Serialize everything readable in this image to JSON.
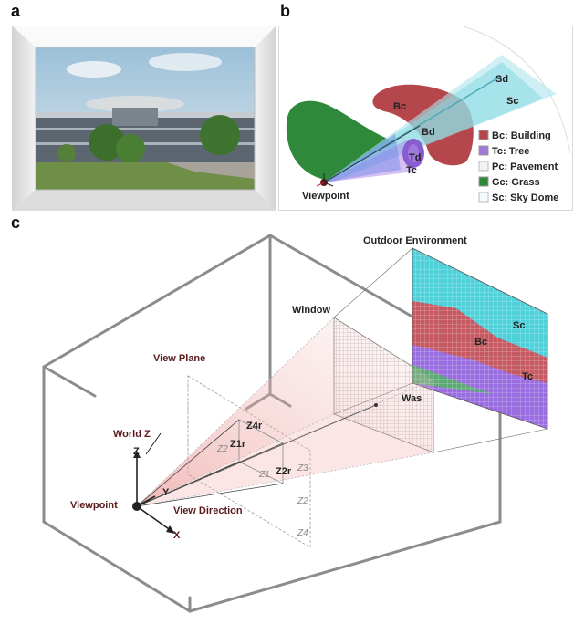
{
  "panels": {
    "a": "a",
    "b": "b",
    "c": "c"
  },
  "panel_b": {
    "labels": {
      "sd": "Sd",
      "sc": "Sc",
      "bc": "Bc",
      "bd": "Bd",
      "td": "Td",
      "tc": "Tc",
      "viewpoint": "Viewpoint"
    },
    "legend": [
      {
        "text": "Bc: Building",
        "color": "#b5464c"
      },
      {
        "text": "Tc: Tree",
        "color": "#9c7ad6"
      },
      {
        "text": "Pc: Pavement",
        "color": "#f2f2f2"
      },
      {
        "text": "Gc: Grass",
        "color": "#2e8a3a"
      },
      {
        "text": "Sc: Sky Dome",
        "color": "#f4fafb"
      }
    ]
  },
  "panel_c": {
    "outdoor_environment": "Outdoor Environment",
    "window": "Window",
    "view_plane": "View Plane",
    "world_z": "World  Z",
    "viewpoint": "Viewpoint",
    "view_direction": "View Direction",
    "was": "Was",
    "axes": {
      "z": "Z",
      "y": "Y",
      "x": "X"
    },
    "rays": {
      "z4r": "Z4r",
      "z1r": "Z1r",
      "z2r": "Z2r"
    },
    "zones": {
      "z1": "Z1",
      "z2": "Z2",
      "z3": "Z3",
      "z4": "Z4"
    },
    "env": {
      "sc": "Sc",
      "bc": "Bc",
      "tc": "Tc"
    }
  }
}
